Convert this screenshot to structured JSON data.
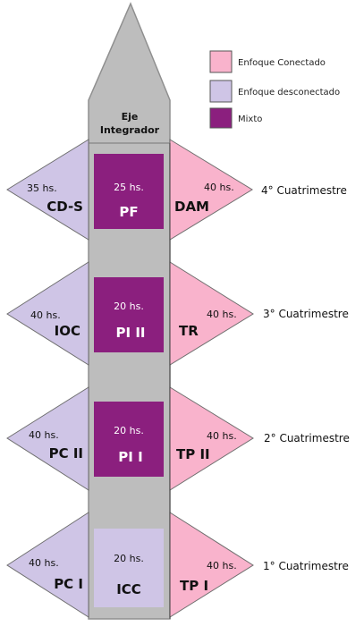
{
  "colors": {
    "connected": "#f9b3cc",
    "disconnected": "#cfc5e6",
    "mixed": "#8b1f7e",
    "axis": "#bdbdbd",
    "text_light": "#ffffff",
    "text_dark": "#111111"
  },
  "legend": {
    "connected": "Enfoque Conectado",
    "disconnected": "Enfoque desconectado",
    "mixed": "Mixto"
  },
  "axis": {
    "line1": "Eje",
    "line2": "Integrador"
  },
  "semesters": [
    {
      "label": "4° Cuatrimestre",
      "left": {
        "hours": "35 hs.",
        "code": "CD-S"
      },
      "center": {
        "hours": "25 hs.",
        "code": "PF",
        "type": "mixed"
      },
      "right": {
        "hours": "40 hs.",
        "code": "DAM"
      }
    },
    {
      "label": "3° Cuatrimestre",
      "left": {
        "hours": "40 hs.",
        "code": "IOC"
      },
      "center": {
        "hours": "20 hs.",
        "code": "PI II",
        "type": "mixed"
      },
      "right": {
        "hours": "40 hs.",
        "code": "TR"
      }
    },
    {
      "label": "2° Cuatrimestre",
      "left": {
        "hours": "40 hs.",
        "code": "PC II"
      },
      "center": {
        "hours": "20 hs.",
        "code": "PI I",
        "type": "mixed"
      },
      "right": {
        "hours": "40 hs.",
        "code": "TP II"
      }
    },
    {
      "label": "1° Cuatrimestre",
      "left": {
        "hours": "40 hs.",
        "code": "PC I"
      },
      "center": {
        "hours": "20 hs.",
        "code": "ICC",
        "type": "disconnected"
      },
      "right": {
        "hours": "40 hs.",
        "code": "TP I"
      }
    }
  ]
}
